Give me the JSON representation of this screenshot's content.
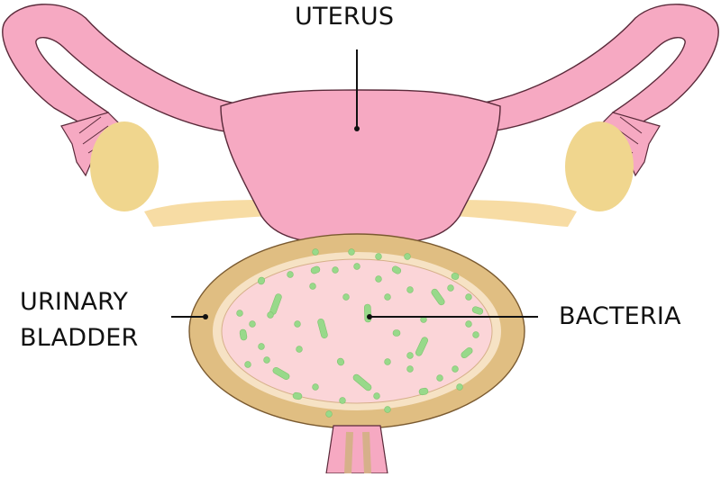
{
  "labels": {
    "uterus": "UTERUS",
    "bladder_line1": "URINARY",
    "bladder_line2": "BLADDER",
    "bacteria": "BACTERIA"
  },
  "colors": {
    "uterus_fill": "#f6a9c2",
    "uterus_stroke": "#5a2a3a",
    "ovary_fill": "#f0d68e",
    "tube_fill": "#f7dca4",
    "bladder_wall": "#e0be82",
    "bladder_inner_ring": "#f6e2c4",
    "bladder_lumen": "#fbd5d8",
    "bacteria": "#98d98a",
    "line": "#111111"
  }
}
